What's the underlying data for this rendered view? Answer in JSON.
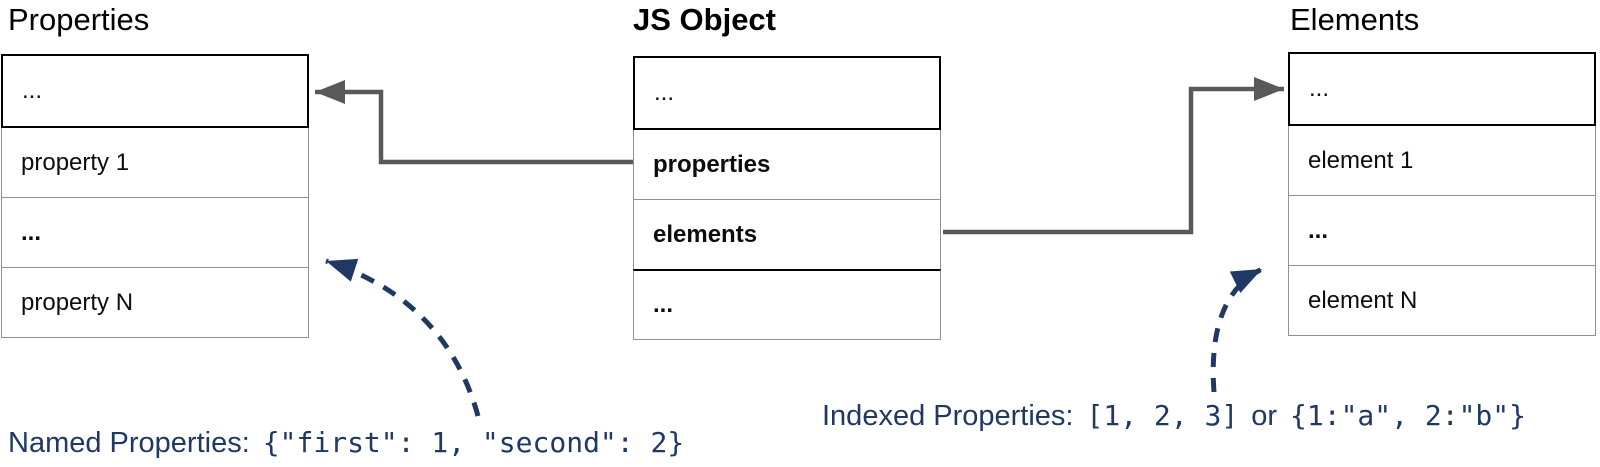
{
  "titles": {
    "properties": "Properties",
    "js_object": "JS Object",
    "elements": "Elements"
  },
  "tables": {
    "properties": {
      "rows": [
        "...",
        "property 1",
        "...",
        "property N"
      ]
    },
    "js_object": {
      "rows": [
        "...",
        "properties",
        "elements",
        "..."
      ]
    },
    "elements": {
      "rows": [
        "...",
        "element 1",
        "...",
        "element N"
      ]
    }
  },
  "captions": {
    "named": {
      "label": "Named Properties:",
      "code": "{\"first\": 1, \"second\": 2}"
    },
    "indexed": {
      "label": "Indexed Properties:",
      "code_array": "[1, 2, 3]",
      "or_text": "or",
      "code_object": "{1:\"a\", 2:\"b\"}"
    }
  },
  "colors": {
    "accent_blue": "#1F3864",
    "arrow_gray": "#595959",
    "border_gray": "#909090",
    "border_black": "#000000"
  }
}
